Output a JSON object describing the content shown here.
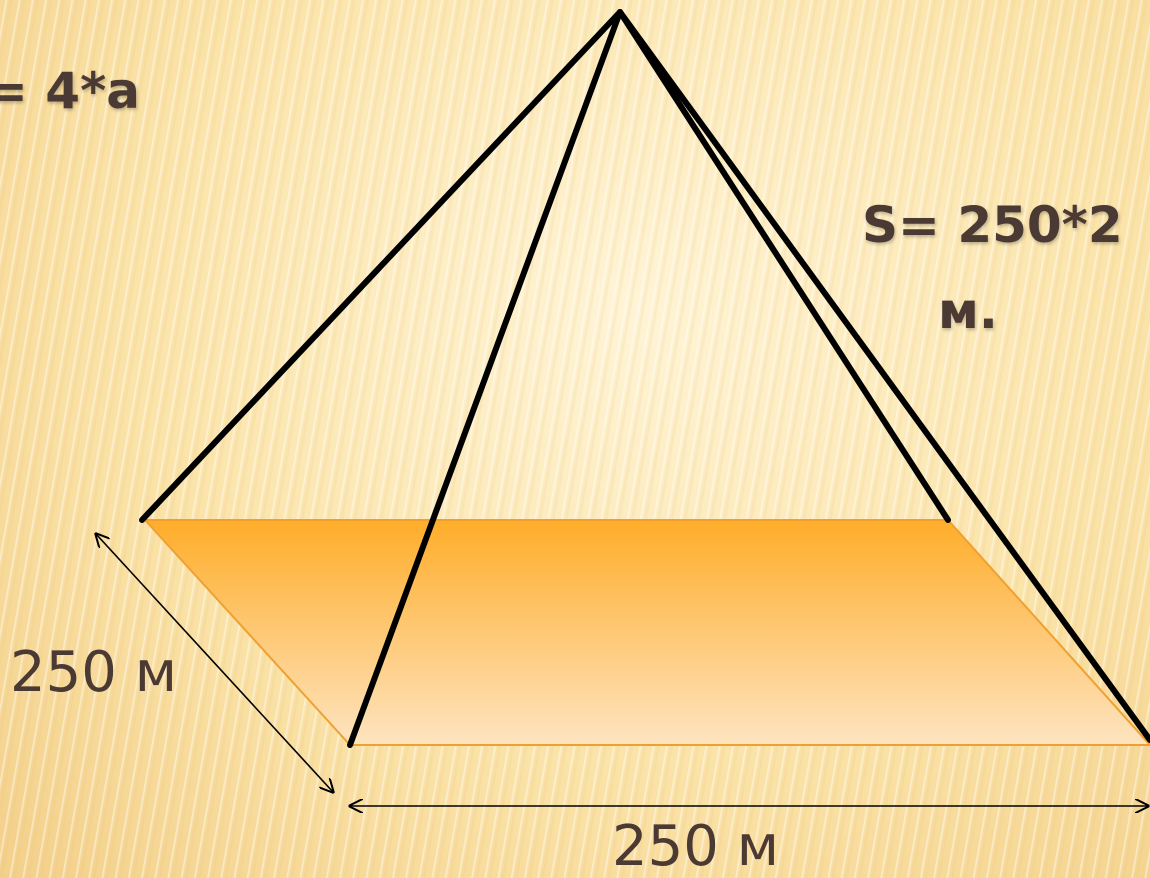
{
  "texts": {
    "perimeter_formula": "= 4*a",
    "area_formula_line1": "S= 250*2",
    "area_formula_line2": "м.",
    "side_dimension": "250 м",
    "base_dimension": "250 м"
  },
  "colors": {
    "base_fill_top": "#ffad2a",
    "base_fill_bottom": "#fde4c0",
    "edge_color": "#000000",
    "text_color": "#4a3a33",
    "background": "#fbe8b4"
  }
}
